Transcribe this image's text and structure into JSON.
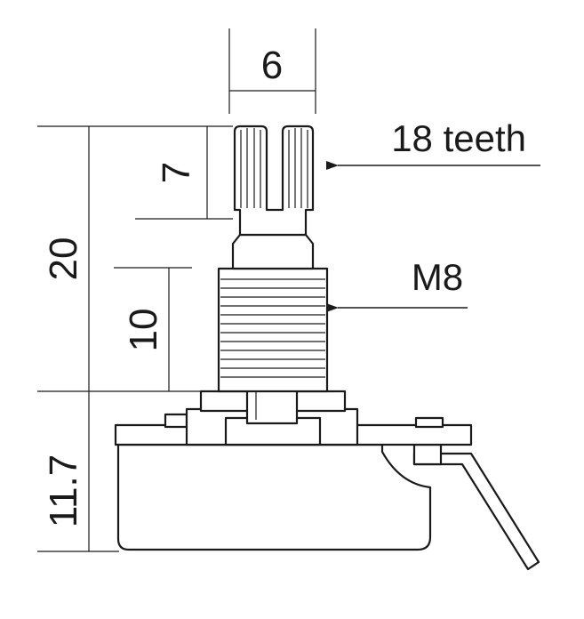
{
  "dimensions": {
    "shaft_diameter": "6",
    "knurl_length": "7",
    "shaft_total_length": "20",
    "thread_length": "10",
    "body_height": "11.7"
  },
  "callouts": {
    "teeth": "18 teeth",
    "thread": "M8"
  },
  "colors": {
    "line": "#1a1a1a",
    "background": "#ffffff"
  }
}
